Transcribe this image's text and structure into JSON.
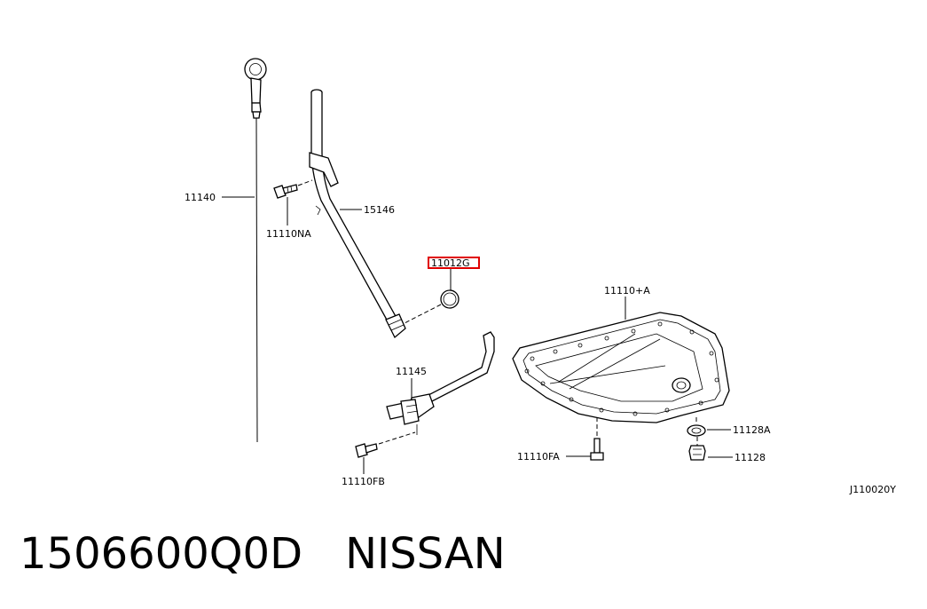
{
  "labels": {
    "dipstick": "11140",
    "bolt_na": "11110NA",
    "guide_tube": "15146",
    "o_ring": "11012G",
    "oil_pan": "11110+A",
    "strainer": "11145",
    "bolt_fb": "11110FB",
    "bolt_fa": "11110FA",
    "washer": "11128A",
    "drain_plug": "11128",
    "diagram_code": "J110020Y"
  },
  "footer": {
    "part_number": "1506600Q0D",
    "brand": "NISSAN"
  },
  "colors": {
    "highlight": "#e00000",
    "ink": "#000000"
  }
}
